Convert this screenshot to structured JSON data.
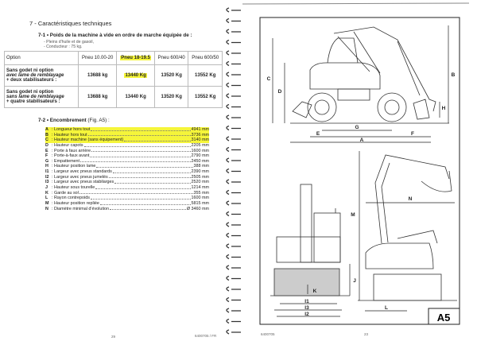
{
  "left_page": {
    "section_title": "7 - Caractéristiques techniques",
    "weight": {
      "heading": "7-1 • Poids de la machine à vide en ordre de marche équipée de :",
      "bullets": [
        "- Pleins d'huile et de gasoil,",
        "- Conducteur : 75 kg."
      ],
      "table": {
        "headers": [
          "Option",
          "Pneu 10.00-20",
          "Pneu 18-19.5",
          "Pneu 600/40",
          "Pneu 600/50"
        ],
        "rows": [
          {
            "option": [
              "Sans godet ni option",
              "avec lame de remblayage",
              "+ deux stabilisateurs :"
            ],
            "values": [
              "13688 kg",
              "13440 Kg",
              "13520 Kg",
              "13552 Kg"
            ]
          },
          {
            "option": [
              "Sans godet ni option",
              "sans lame de remblayage",
              "+ quatre stabilisateurs :"
            ],
            "values": [
              "13688 kg",
              "13440 Kg",
              "13520 Kg",
              "13552 Kg"
            ]
          }
        ]
      }
    },
    "dimensions": {
      "heading": "7-2 • Encombrement",
      "heading_ref": "(Fig. A5) :",
      "items": [
        {
          "key": "A",
          "label": ": Longueur hors tout",
          "value": "4941 mm"
        },
        {
          "key": "B",
          "label": ": Hauteur hors tout",
          "value": "3736 mm"
        },
        {
          "key": "C",
          "label": ": Hauteur machine (sans équipement)",
          "value": "3140 mm"
        },
        {
          "key": "D",
          "label": ": Hauteur capots",
          "value": "2205 mm"
        },
        {
          "key": "E",
          "label": ": Porte à faux arrière",
          "value": "1600 mm"
        },
        {
          "key": "F",
          "label": ": Porte-à-faux avant",
          "value": "2790 mm"
        },
        {
          "key": "G",
          "label": ": Empattement",
          "value": "2450 mm"
        },
        {
          "key": "H",
          "label": ": Hauteur position lame",
          "value": "388 mm"
        },
        {
          "key": "I1",
          "label": ": Largeur avec pneus standards",
          "value": "2390 mm"
        },
        {
          "key": "I2",
          "label": ": Largeur avec pneus jumelés",
          "value": "2505 mm"
        },
        {
          "key": "I3",
          "label": ": Largeur avec pneus stabilarges",
          "value": "2520 mm"
        },
        {
          "key": "J",
          "label": ": Hauteur sous tourelle",
          "value": "1214 mm"
        },
        {
          "key": "K",
          "label": ": Garde au sol",
          "value": "355 mm"
        },
        {
          "key": "L",
          "label": ": Rayon contrepoids",
          "value": "1600 mm"
        },
        {
          "key": "M",
          "label": ": Hauteur position repliée",
          "value": "5815 mm"
        },
        {
          "key": "N",
          "label": ": Diamètre minimal d'évolution",
          "value": "Ø 3460 mm"
        }
      ]
    },
    "footer": {
      "page": "29",
      "ref": "6400705 / FR"
    }
  },
  "right_page": {
    "figure_label": "A5",
    "dimension_letters": {
      "A": "A",
      "B": "B",
      "C": "C",
      "D": "D",
      "E": "E",
      "F": "F",
      "G": "G",
      "H": "H",
      "I1": "I1",
      "I2": "I2",
      "I3": "I3",
      "J": "J",
      "K": "K",
      "L": "L",
      "M": "M",
      "N": "N"
    },
    "footer": {
      "ref": "6400705",
      "page": "23"
    }
  },
  "colors": {
    "highlight": "#f5f53a"
  }
}
